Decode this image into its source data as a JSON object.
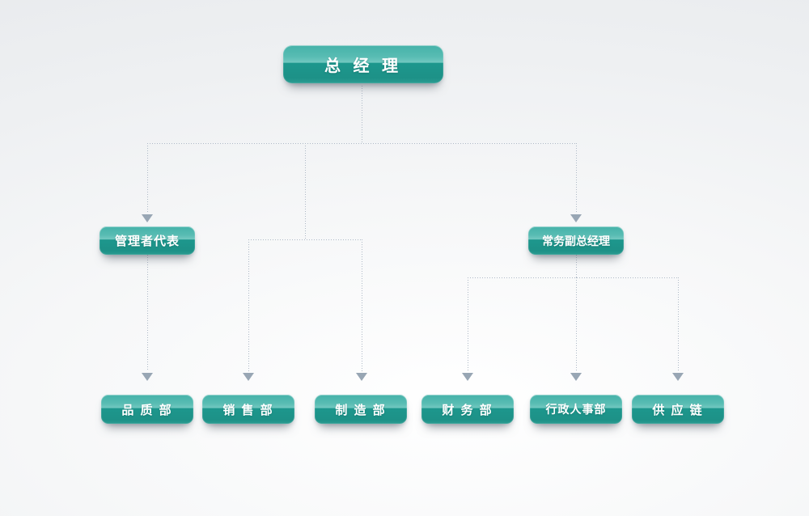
{
  "diagram": {
    "type": "org-chart",
    "nodes": {
      "gm": {
        "label": "总 经 理"
      },
      "rep": {
        "label": "管理者代表"
      },
      "evp": {
        "label": "常务副总经理"
      },
      "quality": {
        "label": "品 质 部"
      },
      "sales": {
        "label": "销 售 部"
      },
      "mfg": {
        "label": "制 造 部"
      },
      "finance": {
        "label": "财 务 部"
      },
      "hr": {
        "label": "行政人事部"
      },
      "supply": {
        "label": "供 应 链"
      }
    },
    "edges": [
      {
        "from": "总经理",
        "to": "管理者代表"
      },
      {
        "from": "总经理",
        "to": "常务副总经理"
      },
      {
        "from": "总经理",
        "to": "销售部"
      },
      {
        "from": "总经理",
        "to": "制造部"
      },
      {
        "from": "管理者代表",
        "to": "品质部"
      },
      {
        "from": "常务副总经理",
        "to": "财务部"
      },
      {
        "from": "常务副总经理",
        "to": "行政人事部"
      },
      {
        "from": "常务副总经理",
        "to": "供应链"
      }
    ],
    "colors": {
      "node_teal": "#1d978d",
      "node_gloss": "#72c8c0",
      "node_text": "#ffffff",
      "connector": "#aeb9c6",
      "arrow": "#98a6b4"
    }
  }
}
